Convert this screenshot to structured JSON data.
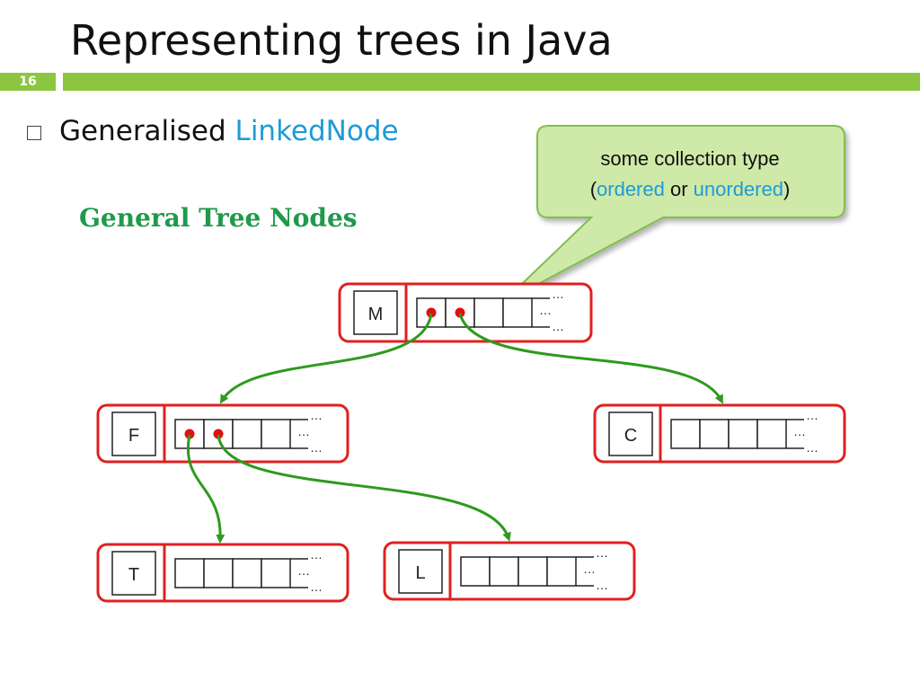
{
  "slide": {
    "title": "Representing trees in Java",
    "number": "16"
  },
  "bullet": {
    "prefix": "Generalised ",
    "accent": "LinkedNode"
  },
  "subheading": "General Tree Nodes",
  "callout": {
    "line1": "some collection type",
    "open_paren": "(",
    "ordered": "ordered",
    "or_word": " or ",
    "unordered": "unordered",
    "close_paren": ")"
  },
  "nodes": [
    {
      "label": "M",
      "ellipsis": "…"
    },
    {
      "label": "F",
      "ellipsis": "…"
    },
    {
      "label": "C",
      "ellipsis": "…"
    },
    {
      "label": "T",
      "ellipsis": "…"
    },
    {
      "label": "L",
      "ellipsis": "…"
    }
  ],
  "edges": [
    {
      "from": "M",
      "to": "F"
    },
    {
      "from": "M",
      "to": "C"
    },
    {
      "from": "F",
      "to": "T"
    },
    {
      "from": "F",
      "to": "L"
    }
  ],
  "colors": {
    "accent_green": "#8cc641",
    "node_border": "#e02020",
    "pointer_dot": "#e01010",
    "arrow": "#2e9a1e",
    "link_blue": "#1e9bd6",
    "callout_fill": "#cfe9a8",
    "callout_border": "#7fbf4d",
    "heading_green": "#1f9a4a"
  }
}
